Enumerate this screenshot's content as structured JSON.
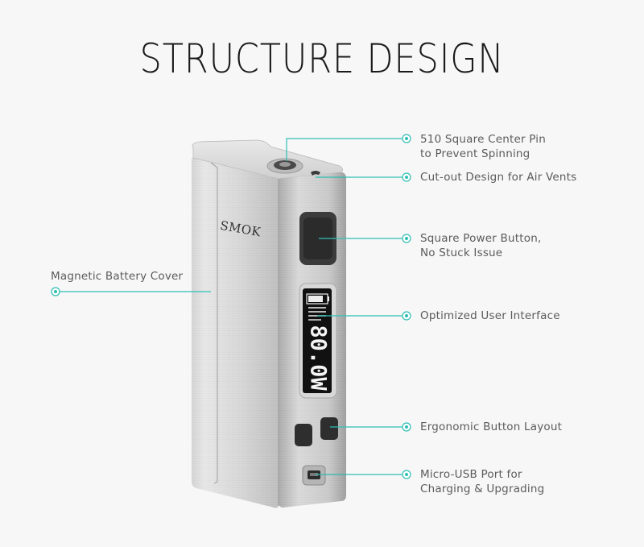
{
  "title": "STRUCTURE DESIGN",
  "device": {
    "brand": "SMOK",
    "screen_reading": "80.0W"
  },
  "callouts": {
    "center_pin": {
      "line1": "510 Square Center Pin",
      "line2": "to Prevent Spinning"
    },
    "air_vents": {
      "line1": "Cut-out Design for Air Vents"
    },
    "power_button": {
      "line1": "Square Power Button,",
      "line2": "No Stuck Issue"
    },
    "user_interface": {
      "line1": "Optimized User Interface"
    },
    "button_layout": {
      "line1": "Ergonomic Button Layout"
    },
    "usb_port": {
      "line1": "Micro-USB Port for",
      "line2": "Charging & Upgrading"
    },
    "battery_cover": {
      "line1": "Magnetic Battery Cover"
    }
  },
  "colors": {
    "accent": "#2fbfb5",
    "title": "#1a1a1a",
    "label": "#5b5b5b",
    "metal": "#c9c9c9",
    "button": "#2d2d2d"
  }
}
